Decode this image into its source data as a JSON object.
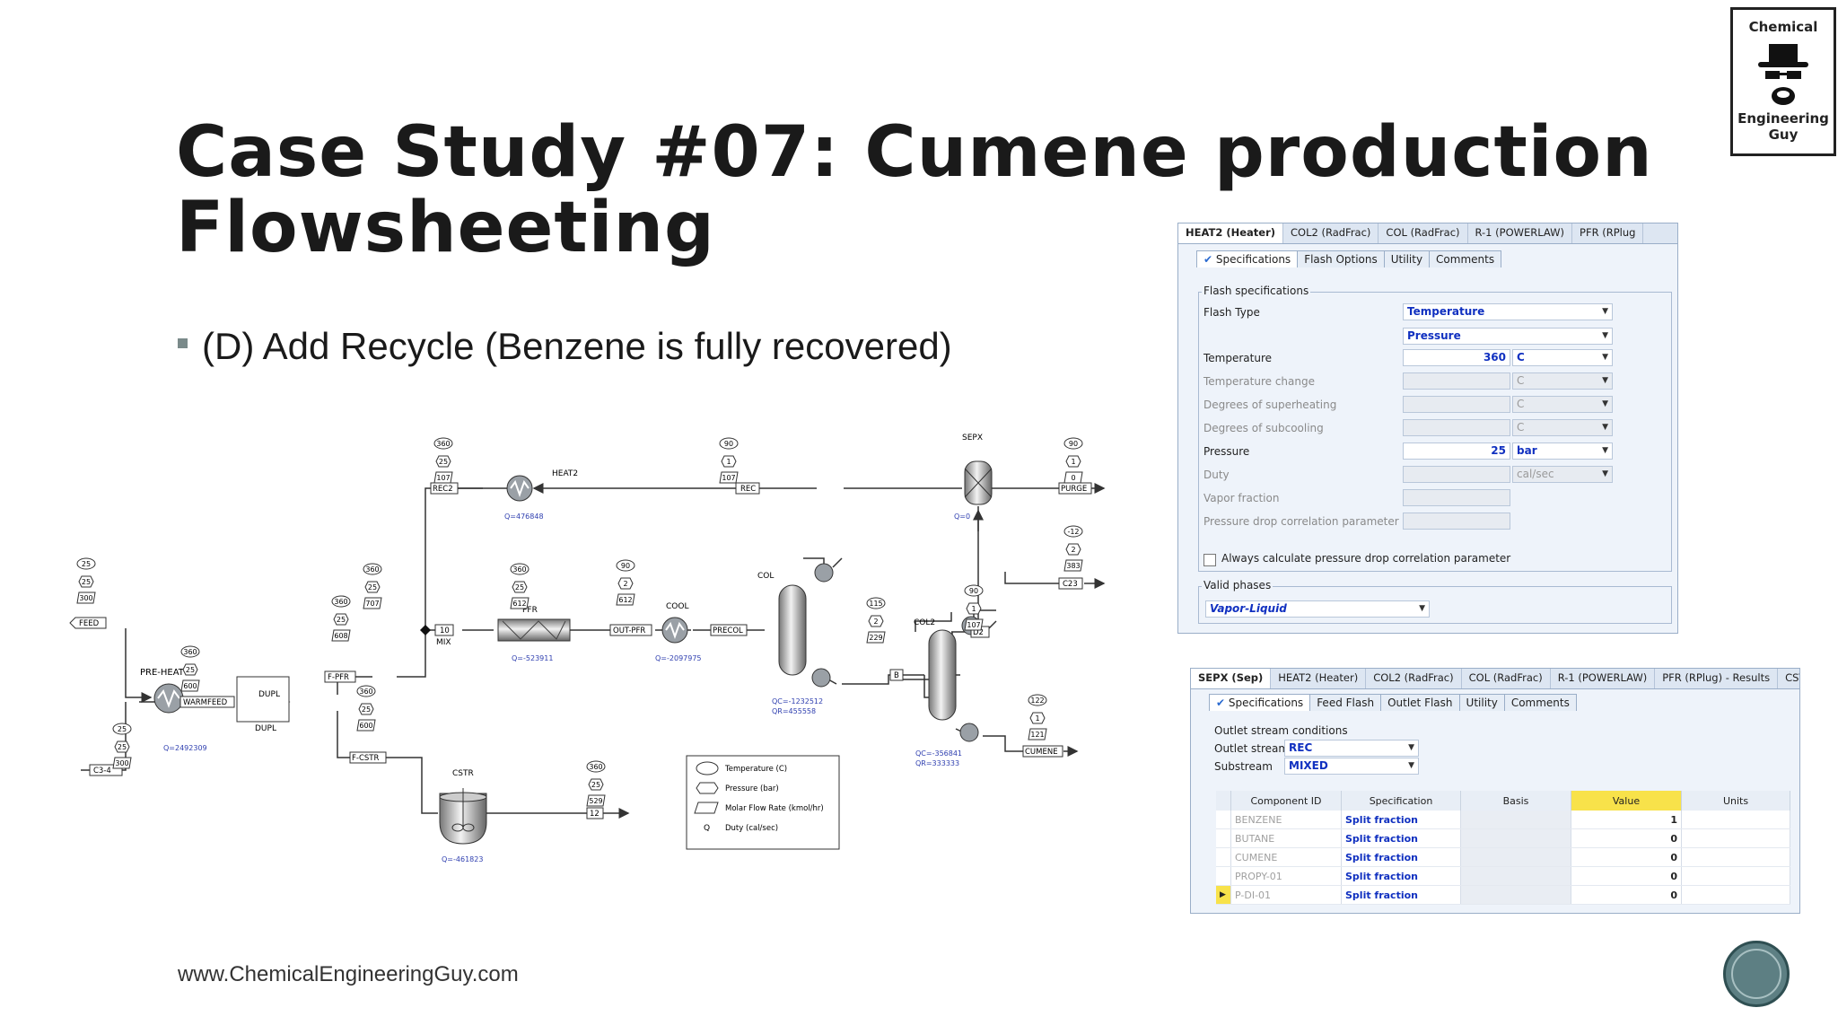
{
  "slide": {
    "title_line1": "Case Study #07: Cumene production",
    "title_line2": "Flowsheeting",
    "bullet": "(D) Add Recycle (Benzene is fully recovered)",
    "footer": "www.ChemicalEngineeringGuy.com"
  },
  "logo": {
    "top": "Chemical",
    "bottom": "Engineering Guy"
  },
  "flowsheet": {
    "blocks": {
      "preheat": "PRE-HEAT",
      "dupl": "DUPL",
      "dupl2": "DUPL",
      "mix": "MIX",
      "pfr": "PFR",
      "cool": "COOL",
      "col": "COL",
      "col2": "COL2",
      "sepx": "SEPX",
      "heat2": "HEAT2",
      "cstr": "CSTR"
    },
    "streams": {
      "feed": "FEED",
      "c34": "C3-4",
      "warmfeed": "WARMFEED",
      "fpfr": "F-PFR",
      "fcstr": "F-CSTR",
      "s10": "10",
      "outpfr": "OUT-PFR",
      "precol": "PRECOL",
      "b": "B",
      "d2": "D2",
      "cumene": "CUMENE",
      "c23": "C23",
      "purge": "PURGE",
      "rec": "REC",
      "rec2": "REC2",
      "s12": "12"
    },
    "tags": {
      "feed": [
        "25",
        "25",
        "300"
      ],
      "c34": [
        "25",
        "25",
        "300"
      ],
      "warmfeed": [
        "360",
        "25",
        "600"
      ],
      "fpfr": [
        "360",
        "25",
        "608"
      ],
      "s10": [
        "360",
        "25",
        "707"
      ],
      "outpfr": [
        "360",
        "25",
        "612"
      ],
      "precol": [
        "90",
        "2",
        "612"
      ],
      "b": [
        "115",
        "2",
        "229"
      ],
      "d2": [
        "90",
        "1",
        "107"
      ],
      "cumene": [
        "122",
        "1",
        "121"
      ],
      "c23": [
        "-12",
        "2",
        "383"
      ],
      "purge": [
        "90",
        "1",
        "0"
      ],
      "rec": [
        "90",
        "1",
        "107"
      ],
      "rec2": [
        "360",
        "25",
        "107"
      ],
      "fcstr": [
        "360",
        "25",
        "600"
      ],
      "s12": [
        "360",
        "25",
        "529"
      ]
    },
    "duties": {
      "preheat": "Q=2492309",
      "heat2": "Q=476848",
      "pfr": "Q=-523911",
      "cool": "Q=-2097975",
      "col_qc": "QC=-1232512",
      "col_qr": "QR=455558",
      "col2_qc": "QC=-356841",
      "col2_qr": "QR=333333",
      "sepx": "Q=0",
      "cstr": "Q=-461823"
    },
    "legend": {
      "temperature": "Temperature (C)",
      "pressure": "Pressure (bar)",
      "molar": "Molar Flow Rate (kmol/hr)",
      "q_symbol": "Q",
      "duty": "Duty (cal/sec)"
    }
  },
  "heater_panel": {
    "tabs": [
      "HEAT2 (Heater)",
      "COL2 (RadFrac)",
      "COL (RadFrac)",
      "R-1 (POWERLAW)",
      "PFR (RPlug"
    ],
    "subtabs": [
      "Specifications",
      "Flash Options",
      "Utility",
      "Comments"
    ],
    "group_flash": "Flash specifications",
    "flash_type_label": "Flash Type",
    "flash_type_1": "Temperature",
    "flash_type_2": "Pressure",
    "rows": [
      {
        "label": "Temperature",
        "value": "360",
        "unit": "C",
        "enabled": true
      },
      {
        "label": "Temperature change",
        "value": "",
        "unit": "C",
        "enabled": false
      },
      {
        "label": "Degrees of superheating",
        "value": "",
        "unit": "C",
        "enabled": false
      },
      {
        "label": "Degrees of subcooling",
        "value": "",
        "unit": "C",
        "enabled": false
      },
      {
        "label": "Pressure",
        "value": "25",
        "unit": "bar",
        "enabled": true
      },
      {
        "label": "Duty",
        "value": "",
        "unit": "cal/sec",
        "enabled": false
      },
      {
        "label": "Vapor fraction",
        "value": "",
        "unit": "",
        "enabled": false
      },
      {
        "label": "Pressure drop correlation parameter",
        "value": "",
        "unit": "",
        "enabled": false
      }
    ],
    "checkbox_label": "Always calculate pressure drop correlation parameter",
    "group_phases": "Valid phases",
    "valid_phases": "Vapor-Liquid"
  },
  "sep_panel": {
    "tabs": [
      "SEPX (Sep)",
      "HEAT2 (Heater)",
      "COL2 (RadFrac)",
      "COL (RadFrac)",
      "R-1 (POWERLAW)",
      "PFR (RPlug) - Results",
      "CSTI"
    ],
    "subtabs": [
      "Specifications",
      "Feed Flash",
      "Outlet Flash",
      "Utility",
      "Comments"
    ],
    "group": "Outlet stream conditions",
    "outlet_label": "Outlet stream",
    "outlet_value": "REC",
    "substream_label": "Substream",
    "substream_value": "MIXED",
    "headers": [
      "Component ID",
      "Specification",
      "Basis",
      "Value",
      "Units"
    ],
    "rows": [
      {
        "component": "BENZENE",
        "spec": "Split fraction",
        "value": "1"
      },
      {
        "component": "BUTANE",
        "spec": "Split fraction",
        "value": "0"
      },
      {
        "component": "CUMENE",
        "spec": "Split fraction",
        "value": "0"
      },
      {
        "component": "PROPY-01",
        "spec": "Split fraction",
        "value": "0"
      },
      {
        "component": "P-DI-01",
        "spec": "Split fraction",
        "value": "0"
      }
    ]
  }
}
